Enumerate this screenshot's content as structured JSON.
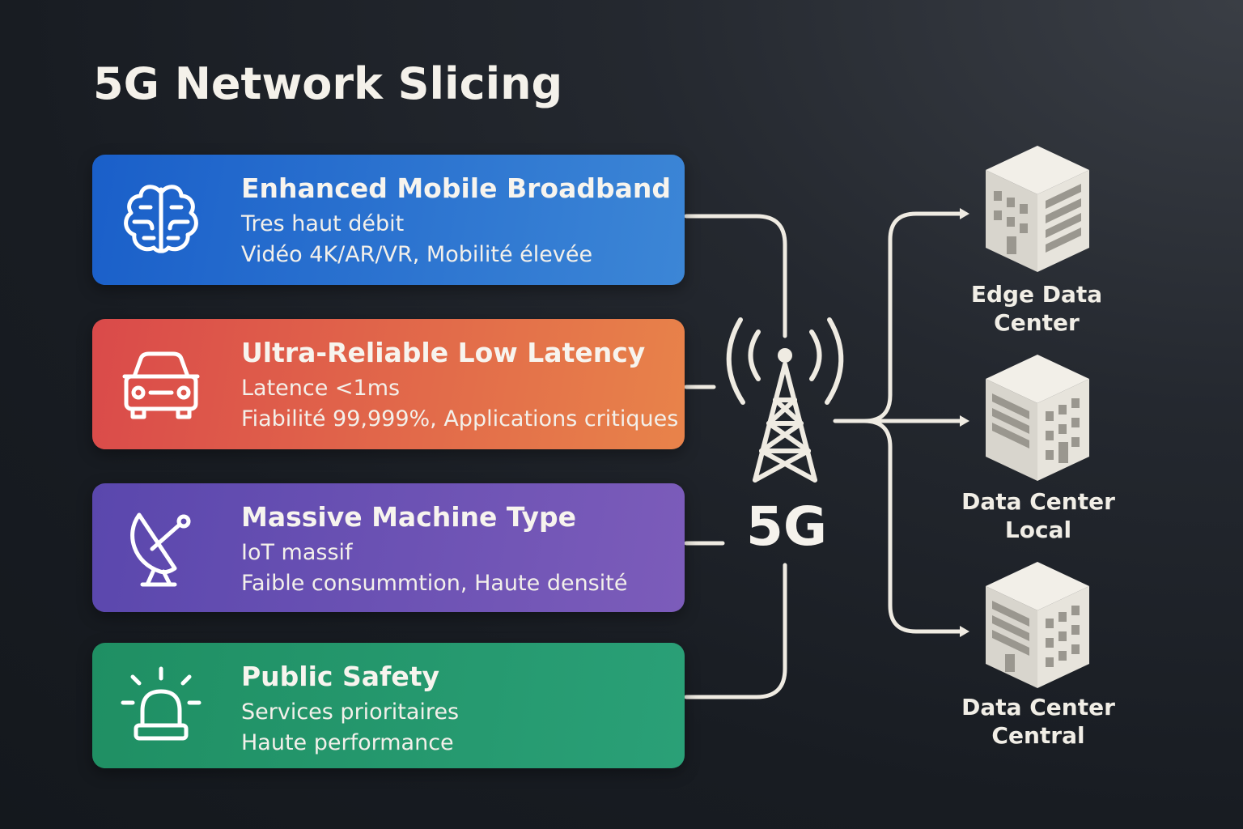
{
  "title": "5G Network Slicing",
  "slices": [
    {
      "heading": "Enhanced Mobile Broadband",
      "line1": "Tres haut débit",
      "line2": "Vidéo 4K/AR/VR, Mobilité élevée",
      "icon": "brain-icon",
      "gradient": [
        "#1a5fc9",
        "#3c86d6"
      ]
    },
    {
      "heading": "Ultra-Reliable Low Latency",
      "line1": "Latence <1ms",
      "line2": "Fiabilité 99,999%, Applications critiques",
      "icon": "car-icon",
      "gradient": [
        "#da4a4a",
        "#e8834a"
      ]
    },
    {
      "heading": "Massive Machine Type",
      "line1": "IoT massif",
      "line2": "Faible consummtion, Haute  densité",
      "icon": "satellite-dish-icon",
      "gradient": [
        "#5a47ad",
        "#7c5cba"
      ]
    },
    {
      "heading": "Public Safety",
      "line1": "Services prioritaires",
      "line2": "Haute performance",
      "icon": "siren-icon",
      "gradient": [
        "#1f8f63",
        "#2aa077"
      ]
    }
  ],
  "tower": {
    "label": "5G",
    "icon": "cell-tower-icon"
  },
  "datacenters": [
    {
      "label_line1": "Edge Data",
      "label_line2": "Center",
      "icon": "building-icon"
    },
    {
      "label_line1": "Data Center",
      "label_line2": "Local",
      "icon": "building-icon"
    },
    {
      "label_line1": "Data Center",
      "label_line2": "Central",
      "icon": "building-icon"
    }
  ],
  "colors": {
    "background": "#1b1f25",
    "line": "#efebe2",
    "building_light": "#efece4",
    "building_dark": "#b9b6ae"
  }
}
